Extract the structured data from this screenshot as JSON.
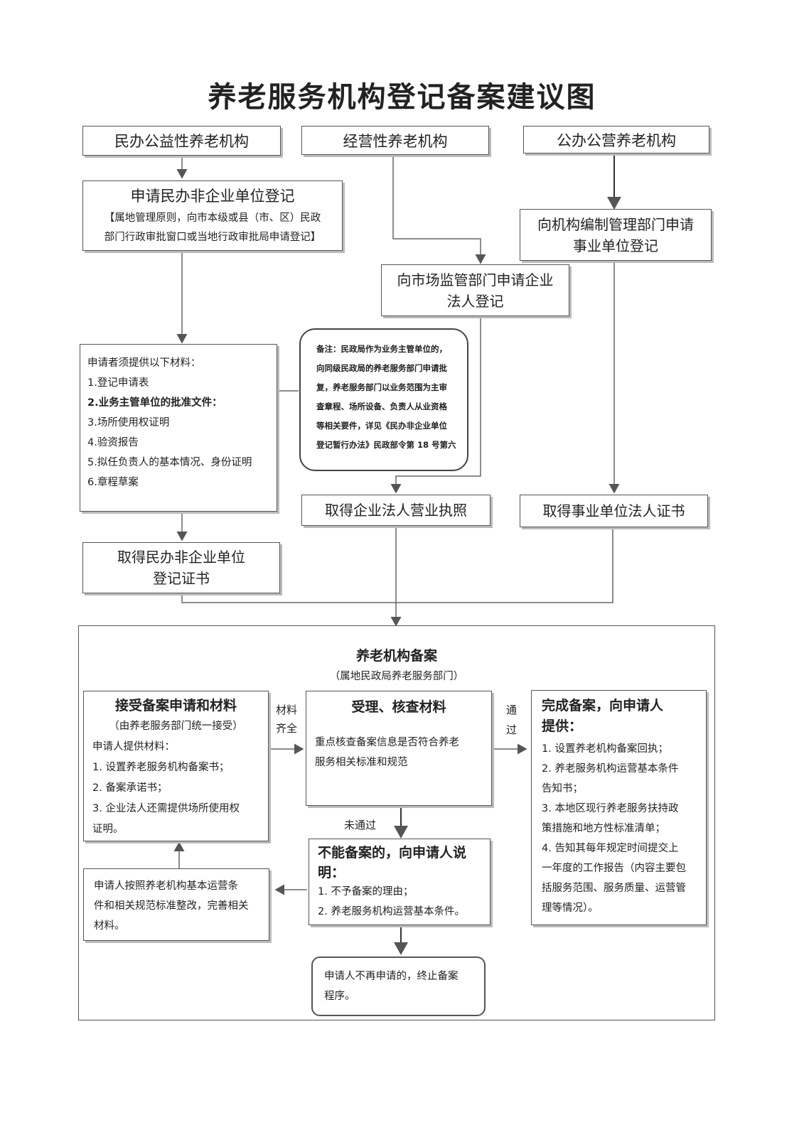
{
  "title": "养老服务机构登记备案建议图",
  "top": {
    "private": "民办公益性养老机构",
    "commercial": "经营性养老机构",
    "public": "公办公营养老机构"
  },
  "private_apply": {
    "heading": "申请民办非企业单位登记",
    "note_l1": "【属地管理原则，向市本级或县（市、区）民政",
    "note_l2": "部门行政审批窗口或当地行政审批局申请登记】"
  },
  "public_apply": {
    "l1": "向机构编制管理部门申请",
    "l2": "事业单位登记"
  },
  "market_apply": {
    "l1": "向市场监管部门申请企业",
    "l2": "法人登记"
  },
  "materials": {
    "intro": "申请者须提供以下材料：",
    "items": [
      "1.登记申请表",
      "2.业务主管单位的批准文件：",
      "3.场所使用权证明",
      "4.验资报告",
      "5.拟任负责人的基本情况、身份证明",
      "6.章程草案"
    ]
  },
  "remark": {
    "lines": [
      "备注：民政局作为业务主管单位的，",
      "向同级民政局的养老服务部门申请批",
      "复，养老服务部门以业务范围为主审",
      "查章程、场所设备、负责人从业资格",
      "等相关要件，详见《民办非企业单位",
      "登记暂行办法》民政部令第 18 号第六"
    ]
  },
  "license": "取得企业法人营业执照",
  "public_cert": "取得事业单位法人证书",
  "private_cert": {
    "l1": "取得民办非企业单位",
    "l2": "登记证书"
  },
  "filing": {
    "title": "养老机构备案",
    "subtitle": "（属地民政局养老服务部门）"
  },
  "accept": {
    "title": "接受备案申请和材料",
    "sub": "（由养老服务部门统一接受）",
    "intro": "申请人提供材料：",
    "items": [
      "1. 设置养老服务机构备案书；",
      "2. 备案承诺书；",
      "3. 企业法人还需提供场所使用权",
      "证明。"
    ]
  },
  "review": {
    "title": "受理、核查材料",
    "l1": "重点核查备案信息是否符合养老",
    "l2": "服务相关标准和规范"
  },
  "complete": {
    "t1": "完成备案，向申请人",
    "t2": "提供：",
    "lines": [
      "1. 设置养老机构备案回执；",
      "2. 养老服务机构运营基本条件",
      "告知书；",
      "3. 本地区现行养老服务扶持政",
      "策措施和地方性标准清单；",
      "4. 告知其每年规定时间提交上",
      "一年度的工作报告（内容主要包",
      "括服务范围、服务质量、运营管",
      "理等情况）。"
    ]
  },
  "reject": {
    "t1": "不能备案的，向申请人说",
    "t2": "明：",
    "items": [
      "1. 不予备案的理由；",
      "2. 养老服务机构运营基本条件。"
    ]
  },
  "fix": {
    "lines": [
      "申请人按照养老机构基本运营条",
      "件和相关规范标准整改，完善相关",
      "材料。"
    ]
  },
  "terminate": {
    "l1": "申请人不再申请的，终止备案",
    "l2": "程序。"
  },
  "labels": {
    "materials_ok_1": "材料",
    "materials_ok_2": "齐全",
    "pass_1": "通",
    "pass_2": "过",
    "not_pass": "未通过"
  }
}
